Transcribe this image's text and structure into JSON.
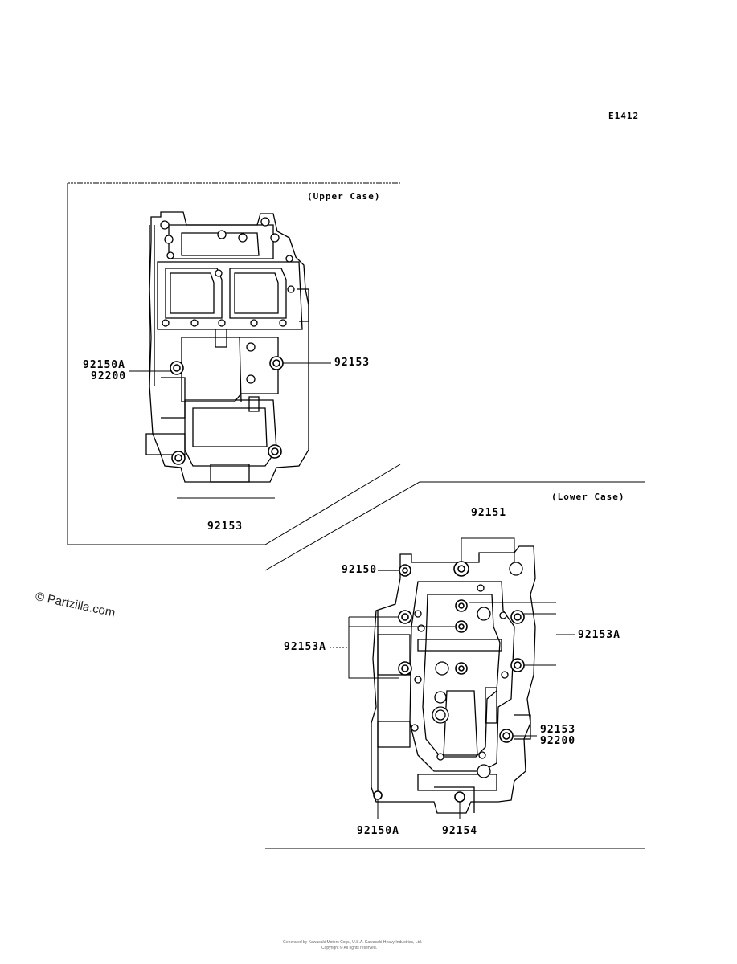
{
  "diagram_code": "E1412",
  "upper_case": {
    "title": "(Upper Case)",
    "labels": {
      "p92150A": "92150A",
      "p92200": "92200",
      "p92153_right": "92153",
      "p92153_bottom": "92153"
    }
  },
  "lower_case": {
    "title": "(Lower Case)",
    "labels": {
      "p92151": "92151",
      "p92150": "92150",
      "p92153A_left": "92153A",
      "p92153A_right": "92153A",
      "p92153": "92153",
      "p92200": "92200",
      "p92150A": "92150A",
      "p92154": "92154"
    }
  },
  "watermark": "© Partzilla.com",
  "footer": {
    "line1": "Generated by Kawasaki Motors Corp., U.S.A. Kawasaki Heavy Industries, Ltd.",
    "line2": "Copyright ©  All rights reserved."
  }
}
